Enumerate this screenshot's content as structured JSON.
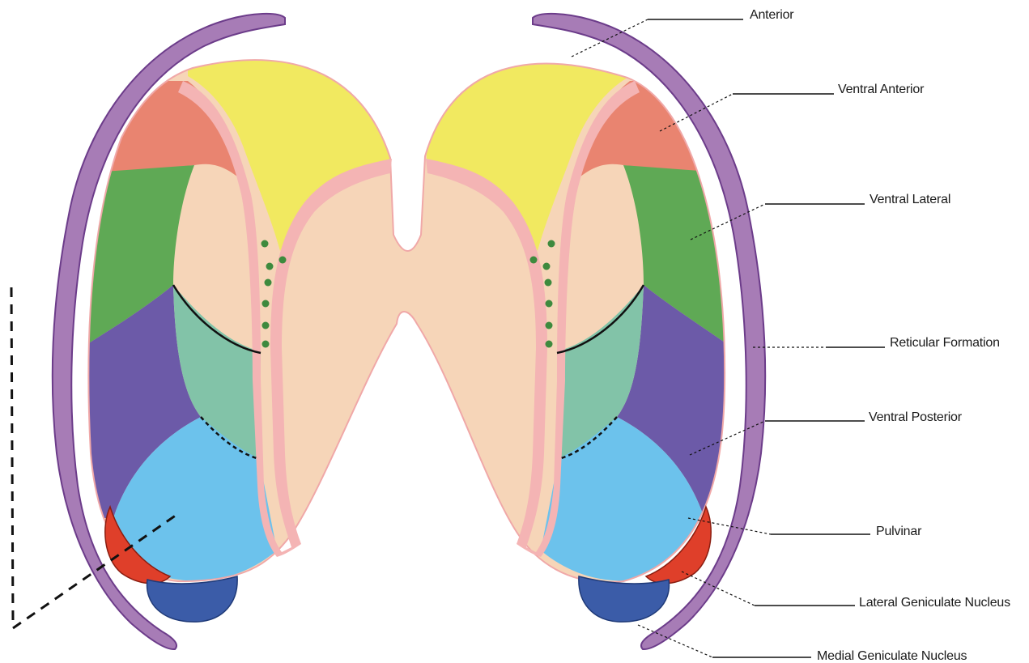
{
  "labels": {
    "anterior": "Anterior",
    "ventral_anterior": "Ventral Anterior",
    "ventral_lateral": "Ventral Lateral",
    "reticular_formation": "Reticular Formation",
    "ventral_posterior": "Ventral Posterior",
    "pulvinar": "Pulvinar",
    "lateral_geniculate": "Lateral Geniculate Nucleus",
    "medial_geniculate": "Medial Geniculate Nucleus"
  },
  "colors": {
    "anterior": "#f1e960",
    "ventral_anterior": "#e98470",
    "ventral_lateral": "#5fa955",
    "ventral_posterior": "#6c5aa8",
    "medial_region": "#f6d5b8",
    "pink_band": "#f4b4b4",
    "lower_green": "#82c3a8",
    "pulvinar": "#6cc2ec",
    "lateral_geniculate": "#df3f2a",
    "medial_geniculate": "#3b5ca8",
    "reticular": "#a77cb6",
    "reticular_border": "#6c3c8a",
    "dots": "#3e8a3e"
  }
}
